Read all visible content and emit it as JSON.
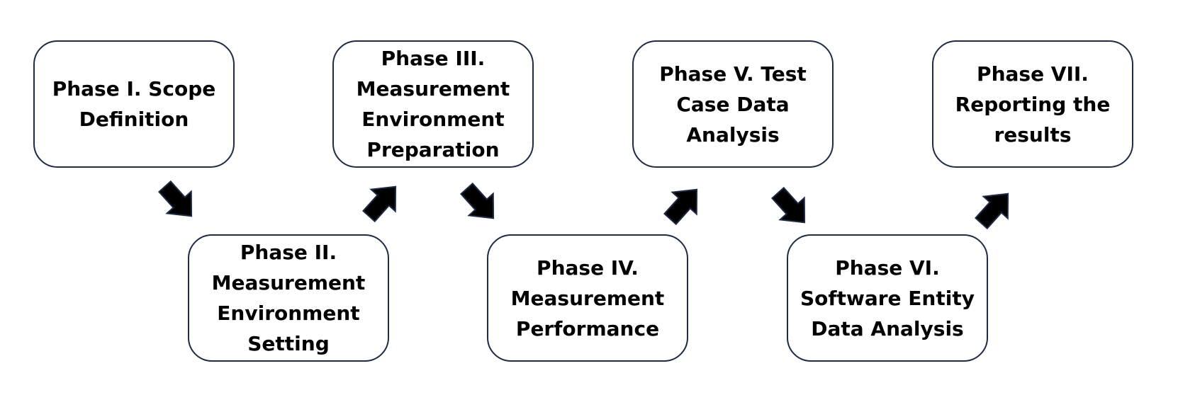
{
  "phases": [
    {
      "label": "Phase I. Scope\nDefinition"
    },
    {
      "label": "Phase II.\nMeasurement\nEnvironment\nSetting"
    },
    {
      "label": "Phase III.\nMeasurement\nEnvironment\nPreparation"
    },
    {
      "label": "Phase IV.\nMeasurement\nPerformance"
    },
    {
      "label": "Phase V. Test\nCase Data\nAnalysis"
    },
    {
      "label": "Phase VI.\nSoftware Entity\nData Analysis"
    },
    {
      "label": "Phase VII.\nReporting the\nresults"
    }
  ],
  "colors": {
    "box_border": "#1f2a44",
    "arrow_fill": "#000000"
  }
}
